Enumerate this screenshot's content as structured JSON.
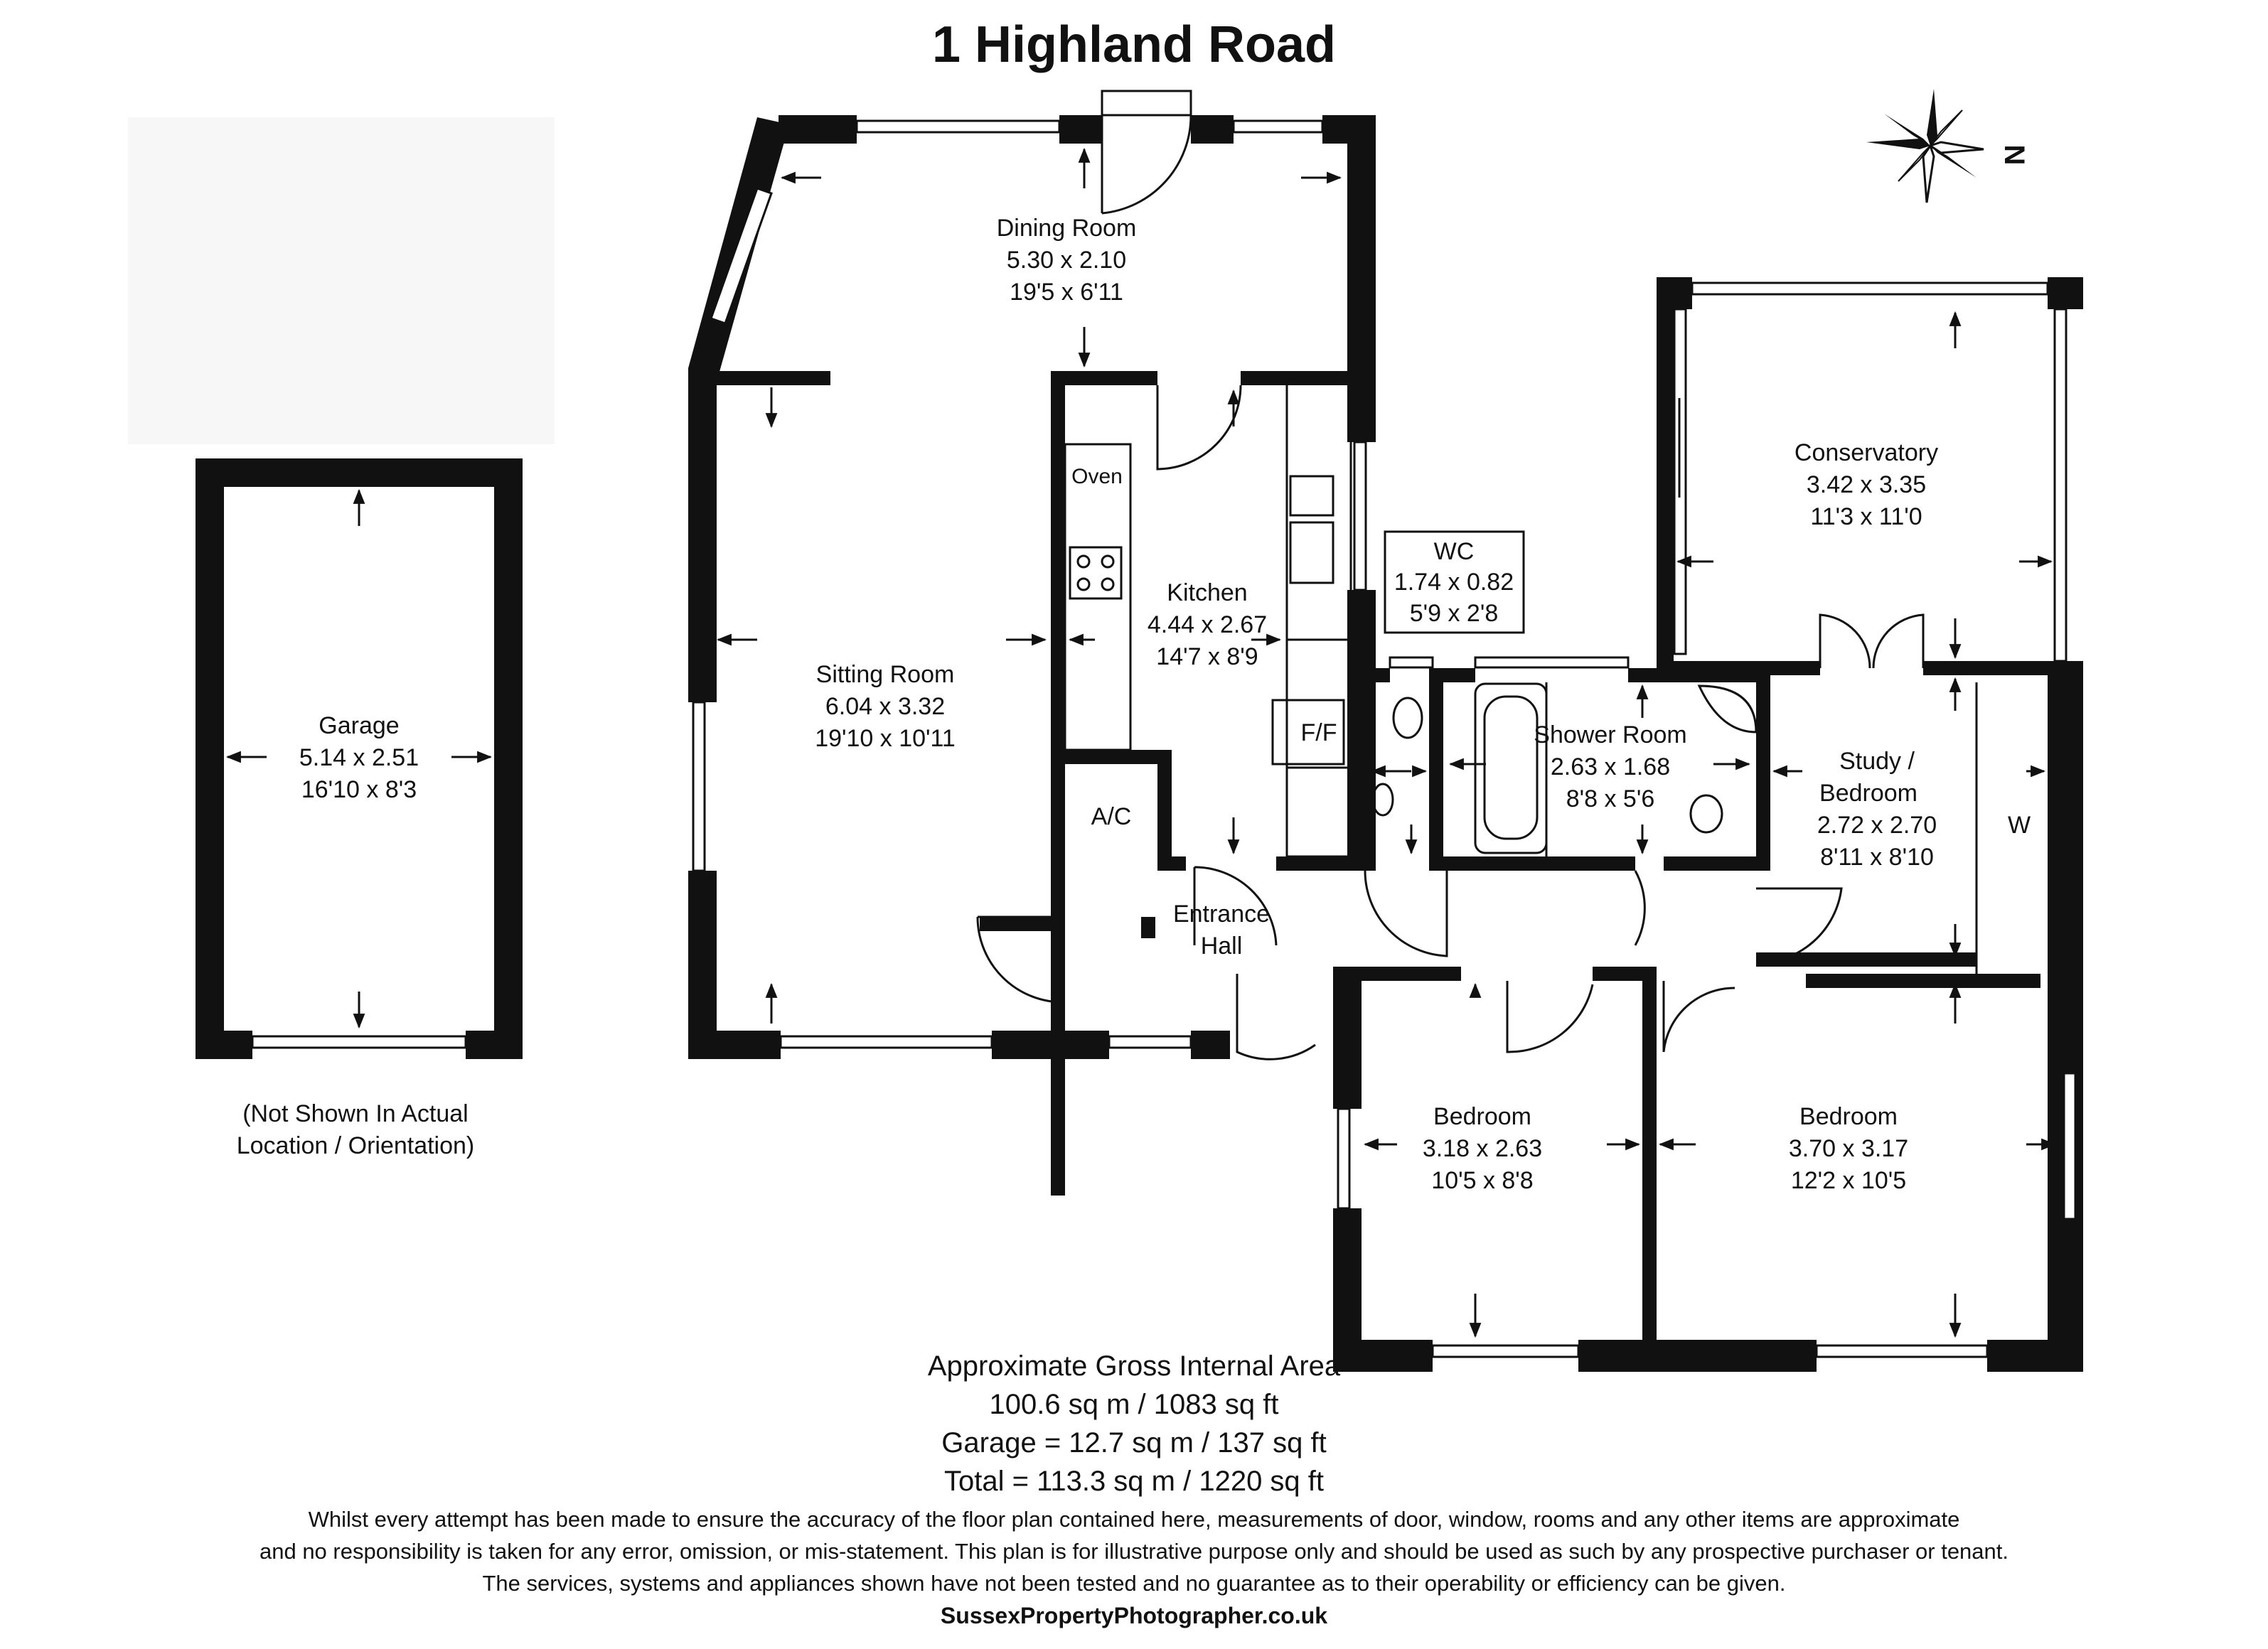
{
  "title": "1 Highland Road",
  "compass": {
    "label": "N"
  },
  "rooms": {
    "dining": {
      "name": "Dining Room",
      "metric": "5.30 x 2.10",
      "imperial": "19'5 x 6'11"
    },
    "sitting": {
      "name": "Sitting Room",
      "metric": "6.04 x 3.32",
      "imperial": "19'10 x 10'11"
    },
    "kitchen": {
      "name": "Kitchen",
      "metric": "4.44 x 2.67",
      "imperial": "14'7 x 8'9"
    },
    "wc": {
      "name": "WC",
      "metric": "1.74 x 0.82",
      "imperial": "5'9 x 2'8"
    },
    "shower": {
      "name": "Shower Room",
      "metric": "2.63 x 1.68",
      "imperial": "8'8 x 5'6"
    },
    "conservatory": {
      "name": "Conservatory",
      "metric": "3.42 x 3.35",
      "imperial": "11'3 x 11'0"
    },
    "study": {
      "name_line1": "Study /",
      "name_line2": "Bedroom",
      "metric": "2.72 x 2.70",
      "imperial": "8'11 x 8'10"
    },
    "bedroom1": {
      "name": "Bedroom",
      "metric": "3.18 x 2.63",
      "imperial": "10'5 x 8'8"
    },
    "bedroom2": {
      "name": "Bedroom",
      "metric": "3.70 x 3.17",
      "imperial": "12'2 x 10'5"
    },
    "hall": {
      "name_line1": "Entrance",
      "name_line2": "Hall"
    },
    "garage": {
      "name": "Garage",
      "metric": "5.14 x 2.51",
      "imperial": "16'10 x 8'3"
    }
  },
  "fixtures": {
    "oven": "Oven",
    "ff": "F/F",
    "ac": "A/C",
    "wardrobe": "W"
  },
  "garage_note": {
    "line1": "(Not Shown In Actual",
    "line2": "Location / Orientation)"
  },
  "area": {
    "heading": "Approximate Gross Internal Area",
    "main": "100.6 sq m / 1083 sq ft",
    "garage": "Garage = 12.7 sq m / 137 sq ft",
    "total": "Total = 113.3 sq m / 1220 sq ft"
  },
  "disclaimer": {
    "line1": "Whilst every attempt has been made to ensure the accuracy of the floor plan contained here, measurements of door, window, rooms and any other items are approximate",
    "line2": "and no responsibility is taken for any error, omission, or mis-statement. This plan is for illustrative purpose only and should be used as such by any prospective purchaser or tenant.",
    "line3": "The services, systems and appliances shown have not been tested and no guarantee as to their operability or efficiency can be given."
  },
  "website": "SussexPropertyPhotographer.co.uk"
}
